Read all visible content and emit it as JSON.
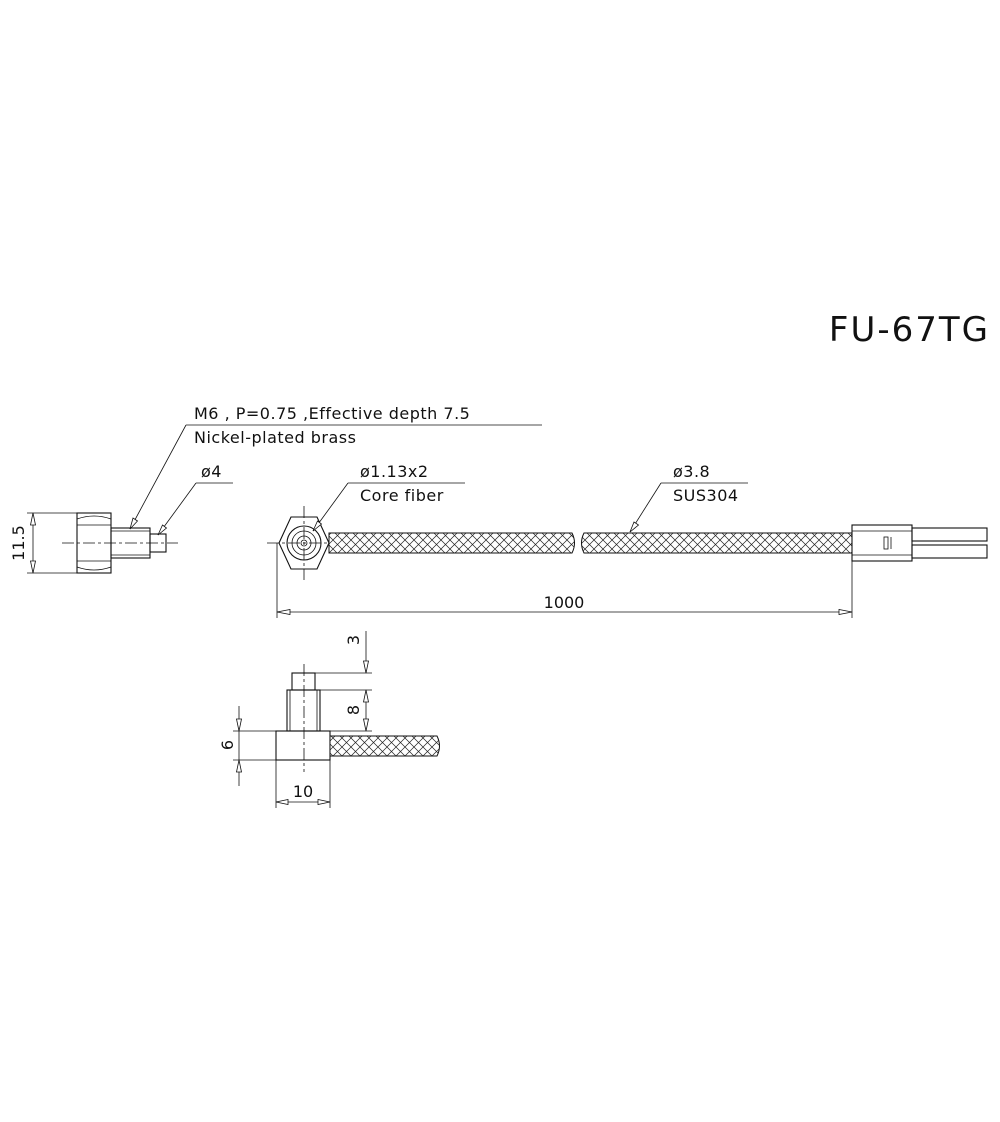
{
  "model": "FU-67TG",
  "thread_spec": "M6 , P=0.75 ,Effective depth 7.5",
  "thread_material": "Nickel-plated brass",
  "tip_diameter": "ø4",
  "core_fiber_diameter": "ø1.13x2",
  "core_fiber_label": "Core fiber",
  "sheath_diameter": "ø3.8",
  "sheath_material": "SUS304",
  "dimensions": {
    "across_flats": "11.5",
    "length": "1000",
    "tip_length": "3",
    "thread_length": "8",
    "head_height": "6",
    "head_width": "10"
  },
  "colors": {
    "line": "#111111",
    "background": "#ffffff"
  }
}
